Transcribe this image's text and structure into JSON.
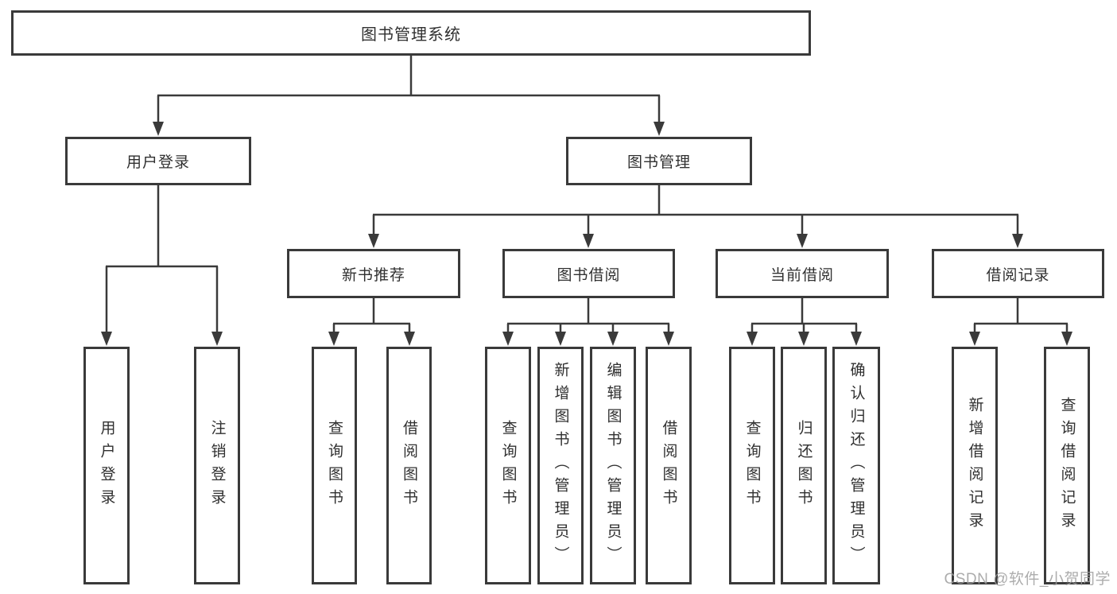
{
  "tree": {
    "label": "图书管理系统",
    "children": [
      {
        "label": "用户登录",
        "children": [
          {
            "label": "用户登录"
          },
          {
            "label": "注销登录"
          }
        ]
      },
      {
        "label": "图书管理",
        "children": [
          {
            "label": "新书推荐",
            "children": [
              {
                "label": "查询图书"
              },
              {
                "label": "借阅图书"
              }
            ]
          },
          {
            "label": "图书借阅",
            "children": [
              {
                "label": "查询图书"
              },
              {
                "label": "新增图书（管理员）"
              },
              {
                "label": "编辑图书（管理员）"
              },
              {
                "label": "借阅图书"
              }
            ]
          },
          {
            "label": "当前借阅",
            "children": [
              {
                "label": "查询图书"
              },
              {
                "label": "归还图书"
              },
              {
                "label": "确认归还（管理员）"
              }
            ]
          },
          {
            "label": "借阅记录",
            "children": [
              {
                "label": "新增借阅记录"
              },
              {
                "label": "查询借阅记录"
              }
            ]
          }
        ]
      }
    ]
  },
  "watermark": "CSDN @软件_小贺同学",
  "colors": {
    "line": "#3a3a3a",
    "box_border": "#3a3a3a",
    "text": "#303030",
    "background": "#ffffff",
    "watermark": "#9e9e9e"
  }
}
